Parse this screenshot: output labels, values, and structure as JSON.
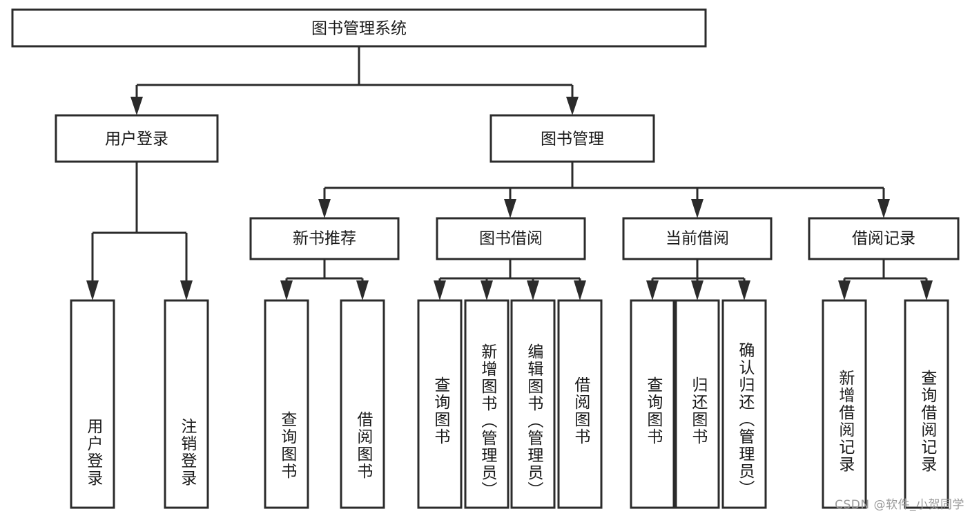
{
  "diagram": {
    "type": "tree",
    "title": "图书管理系统",
    "watermark": "CSDN @软件_小贺同学",
    "colors": {
      "node_stroke": "#2b2b2b",
      "node_fill": "#ffffff",
      "text": "#1a1a1a",
      "background": "#ffffff",
      "watermark": "#9a9a9a"
    },
    "nodes": {
      "root": {
        "label": "图书管理系统"
      },
      "level2": [
        {
          "label": "用户登录"
        },
        {
          "label": "图书管理"
        }
      ],
      "level3": [
        {
          "label": "新书推荐"
        },
        {
          "label": "图书借阅"
        },
        {
          "label": "当前借阅"
        },
        {
          "label": "借阅记录"
        }
      ],
      "leaves_user_login": [
        {
          "label": "用户登录"
        },
        {
          "label": "注销登录"
        }
      ],
      "leaves_new_book": [
        {
          "label": "查询图书"
        },
        {
          "label": "借阅图书"
        }
      ],
      "leaves_borrow": [
        {
          "label": "查询图书"
        },
        {
          "label": "新增图书（管理员）"
        },
        {
          "label": "编辑图书（管理员）"
        },
        {
          "label": "借阅图书"
        }
      ],
      "leaves_current": [
        {
          "label": "查询图书"
        },
        {
          "label": "归还图书"
        },
        {
          "label": "确认归还（管理员）"
        }
      ],
      "leaves_record": [
        {
          "label": "新增借阅记录"
        },
        {
          "label": "查询借阅记录"
        }
      ]
    }
  }
}
